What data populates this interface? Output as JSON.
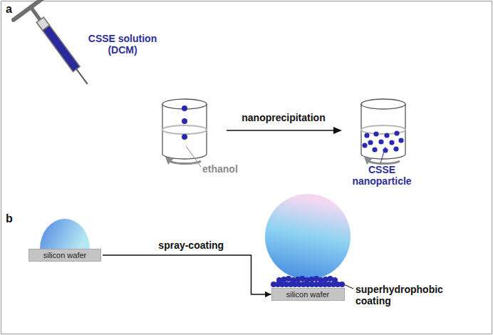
{
  "diagram": {
    "nodes": [
      {
        "text": [
          "silicon wafer"
        ]
      },
      {
        "text": [
          "silicon wafer"
        ]
      }
    ],
    "edges": [
      {
        "from": 0,
        "to": 1,
        "arrow": "to",
        "label": "spray-coating"
      }
    ],
    "labels": [
      "a",
      "CSSE solution (DCM)",
      "ethanol",
      "nanoprecipitation",
      "CSSE nanoparticle",
      "b",
      "superhydrophobic coating"
    ]
  }
}
